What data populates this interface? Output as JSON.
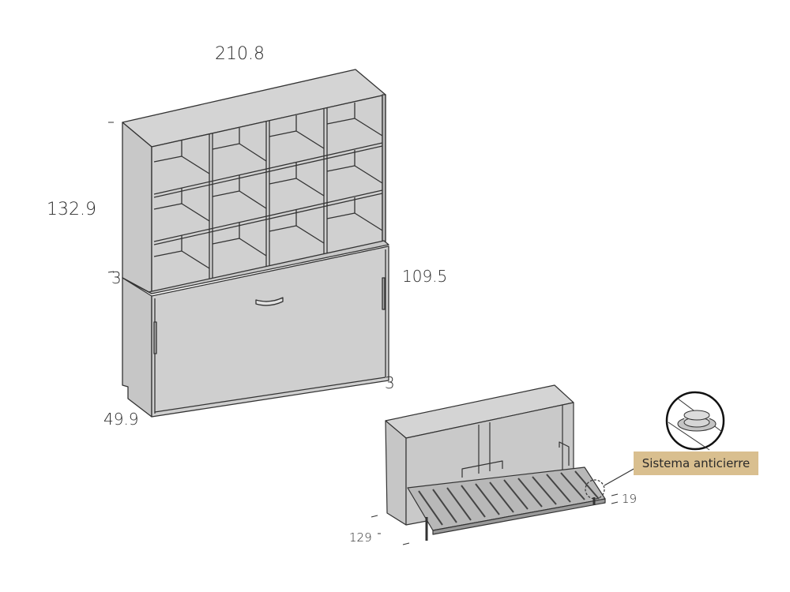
{
  "diagram": {
    "type": "furniture-dimension-drawing",
    "colors": {
      "panel_fill": "#cfcfcf",
      "panel_dark": "#bdbdbd",
      "stroke": "#333333",
      "callout_bg": "#d9bf8f"
    },
    "dimensions": {
      "total_width": "210.8",
      "total_height": "132.9",
      "top_offset": "3",
      "bed_cabinet_height": "109.5",
      "front_thickness": "3",
      "depth": "49.9",
      "open_bed_length": "129",
      "leg_height": "19"
    },
    "callout": {
      "label": "Sistema anticierre",
      "icon": "anti-close-stopper-icon"
    },
    "views": [
      {
        "name": "closed-wall-bed-with-shelving",
        "shelf_columns": 4,
        "shelf_rows": 3
      },
      {
        "name": "open-wall-bed"
      }
    ]
  }
}
